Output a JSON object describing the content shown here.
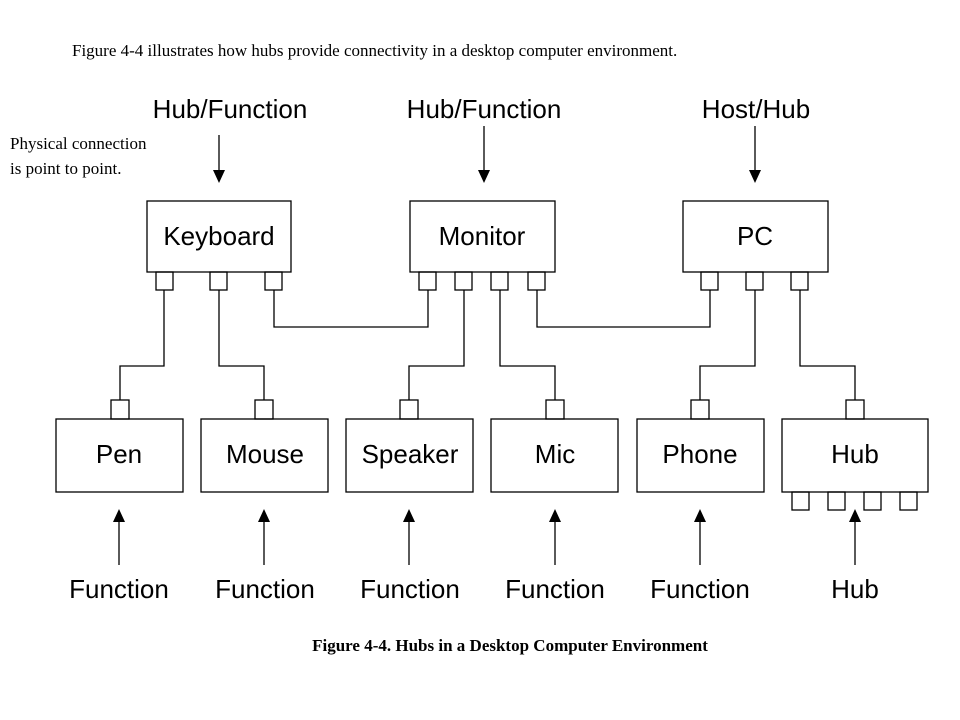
{
  "intro_text": "Figure 4-4 illustrates how hubs provide connectivity in a desktop computer environment.",
  "caption": "Figure 4-4.  Hubs in a Desktop Computer Environment",
  "note": {
    "line1": "Physical connection",
    "line2": "is point to point."
  },
  "top_labels": [
    "Hub/Function",
    "Hub/Function",
    "Host/Hub"
  ],
  "upper_devices": [
    "Keyboard",
    "Monitor",
    "PC"
  ],
  "lower_devices": [
    "Pen",
    "Mouse",
    "Speaker",
    "Mic",
    "Phone",
    "Hub"
  ],
  "bottom_labels": [
    "Function",
    "Function",
    "Function",
    "Function",
    "Function",
    "Hub"
  ]
}
